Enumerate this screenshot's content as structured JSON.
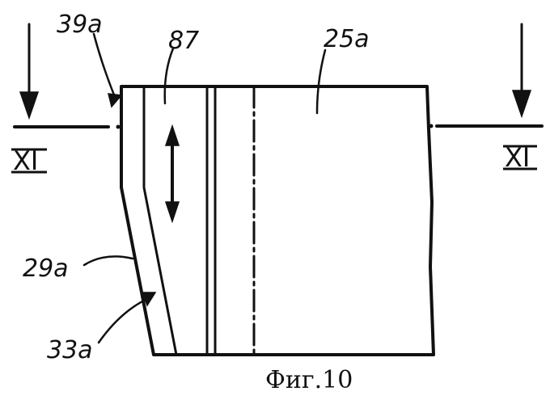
{
  "labels": {
    "ref_39a": "39a",
    "ref_87": "87",
    "ref_25a": "25a",
    "ref_29a": "29a",
    "ref_33a": "33a",
    "section_left": "XI",
    "section_right": "XI"
  },
  "caption": "Фиг.10",
  "colors": {
    "ink": "#111111",
    "background": "#ffffff"
  }
}
